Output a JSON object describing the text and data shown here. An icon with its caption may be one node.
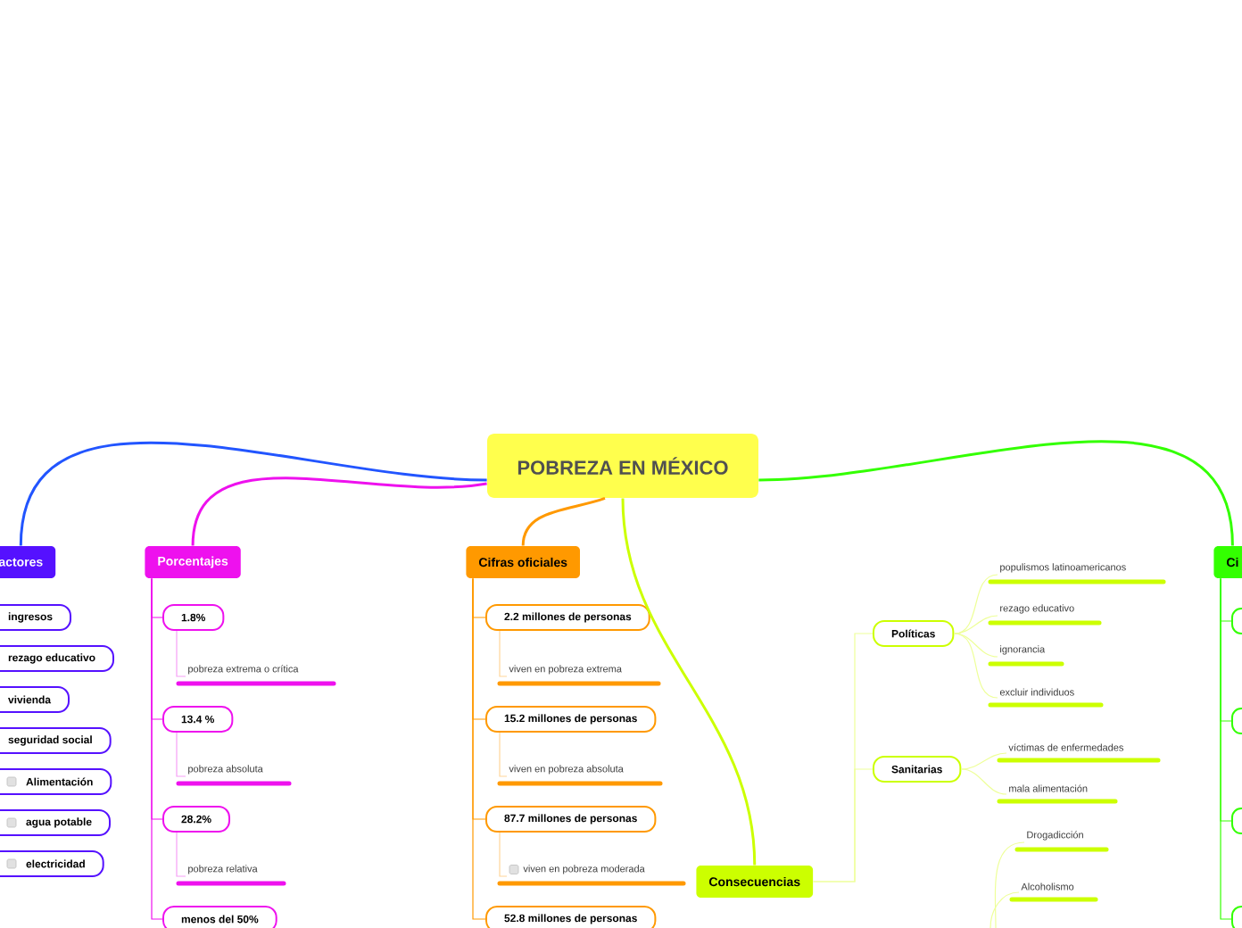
{
  "diagram": {
    "nodes": [
      {
        "text": [
          "POBREZA EN MÉXICO"
        ]
      },
      {
        "text": [
          "actores"
        ]
      },
      {
        "text": [
          "Porcentajes"
        ]
      },
      {
        "text": [
          "Cifras oficiales"
        ]
      },
      {
        "text": [
          "Consecuencias"
        ]
      },
      {
        "text": [
          "Ci"
        ]
      },
      {
        "text": [
          "ingresos"
        ]
      },
      {
        "text": [
          "rezago educativo"
        ]
      },
      {
        "text": [
          "vivienda"
        ]
      },
      {
        "text": [
          "seguridad social"
        ]
      },
      {
        "text": [
          "Alimentación"
        ]
      },
      {
        "text": [
          "agua potable"
        ]
      },
      {
        "text": [
          "electricidad"
        ]
      },
      {
        "text": [
          "1.8%"
        ]
      },
      {
        "text": [
          "pobreza extrema o crítica"
        ]
      },
      {
        "text": [
          "13.4 %"
        ]
      },
      {
        "text": [
          "pobreza absoluta"
        ]
      },
      {
        "text": [
          "28.2%"
        ]
      },
      {
        "text": [
          "pobreza relativa"
        ]
      },
      {
        "text": [
          "menos del 50%"
        ]
      },
      {
        "text": [
          "2.2 millones de personas"
        ]
      },
      {
        "text": [
          "viven en pobreza extrema"
        ]
      },
      {
        "text": [
          "15.2 millones de personas"
        ]
      },
      {
        "text": [
          "viven en pobreza absoluta"
        ]
      },
      {
        "text": [
          "87.7 millones de personas"
        ]
      },
      {
        "text": [
          "viven en pobreza moderada"
        ]
      },
      {
        "text": [
          "52.8 millones de personas"
        ]
      },
      {
        "text": [
          "Políticas"
        ]
      },
      {
        "text": [
          "populismos latinoamericanos"
        ]
      },
      {
        "text": [
          "rezago educativo"
        ]
      },
      {
        "text": [
          "ignorancia"
        ]
      },
      {
        "text": [
          "excluir individuos"
        ]
      },
      {
        "text": [
          "Sanitarias"
        ]
      },
      {
        "text": [
          "víctimas de enfermedades"
        ]
      },
      {
        "text": [
          "mala alimentación"
        ]
      },
      {
        "text": [
          "Drogadicción"
        ]
      },
      {
        "text": [
          "Alcoholismo"
        ]
      },
      {
        "text": [],
        "shape": "box"
      },
      {
        "text": [],
        "shape": "box"
      },
      {
        "text": [],
        "shape": "box"
      },
      {
        "text": [],
        "shape": "box"
      }
    ],
    "edges": [
      {
        "from": 0,
        "to": 1,
        "arrow": "none",
        "color": "#2255ff"
      },
      {
        "from": 0,
        "to": 2,
        "arrow": "none",
        "color": "#ee11ee"
      },
      {
        "from": 0,
        "to": 3,
        "arrow": "none",
        "color": "#ff9900"
      },
      {
        "from": 0,
        "to": 4,
        "arrow": "none",
        "color": "#ccff00"
      },
      {
        "from": 0,
        "to": 5,
        "arrow": "none",
        "color": "#33ff00"
      },
      {
        "from": 2,
        "to": 13,
        "arrow": "none",
        "color": "#ee11ee"
      },
      {
        "from": 2,
        "to": 15,
        "arrow": "none",
        "color": "#ee11ee"
      },
      {
        "from": 2,
        "to": 17,
        "arrow": "none",
        "color": "#ee11ee"
      },
      {
        "from": 2,
        "to": 19,
        "arrow": "none",
        "color": "#ee11ee"
      },
      {
        "from": 13,
        "to": 14,
        "arrow": "none",
        "color": "#f6a0f6"
      },
      {
        "from": 15,
        "to": 16,
        "arrow": "none",
        "color": "#f6a0f6"
      },
      {
        "from": 17,
        "to": 18,
        "arrow": "none",
        "color": "#f6a0f6"
      },
      {
        "from": 3,
        "to": 20,
        "arrow": "none",
        "color": "#ff9900"
      },
      {
        "from": 3,
        "to": 22,
        "arrow": "none",
        "color": "#ff9900"
      },
      {
        "from": 3,
        "to": 24,
        "arrow": "none",
        "color": "#ff9900"
      },
      {
        "from": 3,
        "to": 26,
        "arrow": "none",
        "color": "#ff9900"
      },
      {
        "from": 20,
        "to": 21,
        "arrow": "none",
        "color": "#ffd699"
      },
      {
        "from": 22,
        "to": 23,
        "arrow": "none",
        "color": "#ffd699"
      },
      {
        "from": 24,
        "to": 25,
        "arrow": "none",
        "color": "#ffd699"
      },
      {
        "from": 4,
        "to": 27,
        "arrow": "none",
        "color": "#eeff99"
      },
      {
        "from": 4,
        "to": 32,
        "arrow": "none",
        "color": "#eeff99"
      },
      {
        "from": 27,
        "to": 28,
        "arrow": "none",
        "color": "#eeff99"
      },
      {
        "from": 27,
        "to": 29,
        "arrow": "none",
        "color": "#eeff99"
      },
      {
        "from": 27,
        "to": 30,
        "arrow": "none",
        "color": "#eeff99"
      },
      {
        "from": 27,
        "to": 31,
        "arrow": "none",
        "color": "#eeff99"
      },
      {
        "from": 32,
        "to": 33,
        "arrow": "none",
        "color": "#eeff99"
      },
      {
        "from": 32,
        "to": 34,
        "arrow": "none",
        "color": "#eeff99"
      },
      {
        "from": null,
        "to": 35,
        "arrow": "none",
        "color": "#eeff99"
      },
      {
        "from": null,
        "to": 36,
        "arrow": "none",
        "color": "#eeff99"
      },
      {
        "from": 5,
        "to": 37,
        "arrow": "none",
        "color": "#33ff00"
      },
      {
        "from": 5,
        "to": 38,
        "arrow": "none",
        "color": "#33ff00"
      },
      {
        "from": 5,
        "to": 39,
        "arrow": "none",
        "color": "#33ff00"
      },
      {
        "from": 5,
        "to": 40,
        "arrow": "none",
        "color": "#33ff00"
      }
    ]
  }
}
